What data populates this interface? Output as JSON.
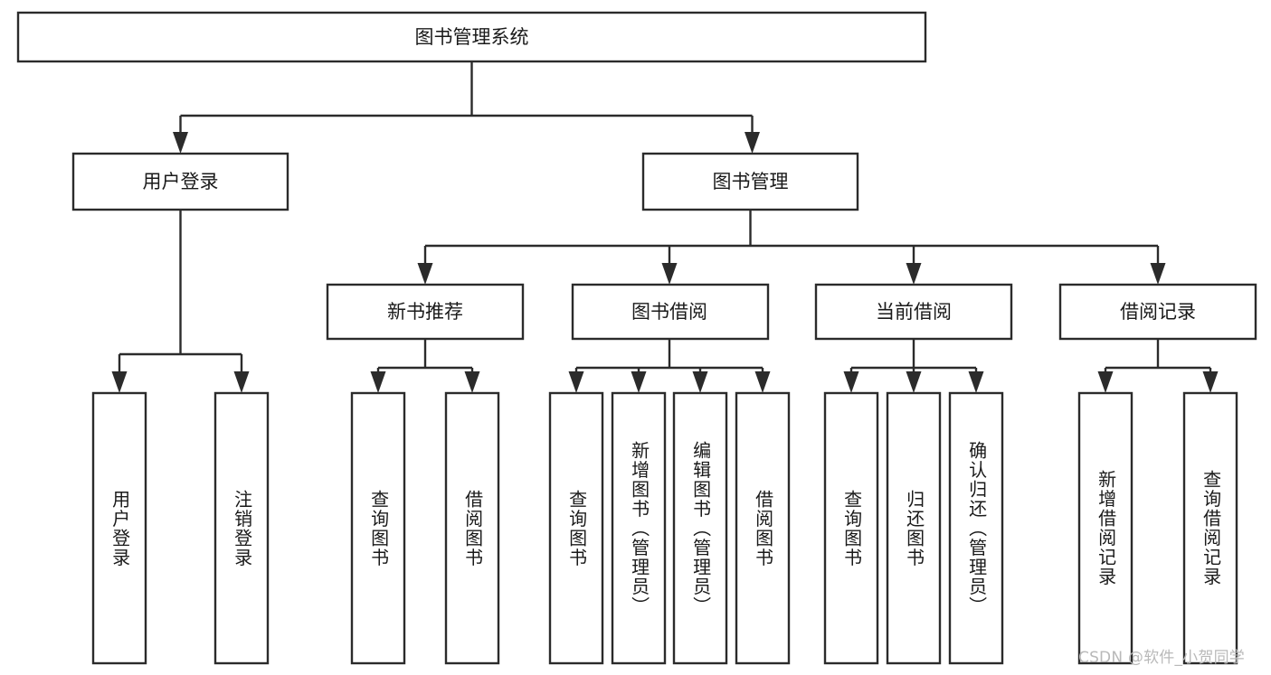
{
  "diagram": {
    "type": "tree",
    "title": "图书管理系统",
    "orientation": "top-down",
    "colors": {
      "stroke": "#2b2b2b",
      "box_fill": "#ffffff",
      "text": "#1a1a1a",
      "background": "#ffffff",
      "watermark": "#b9b9b9"
    },
    "root": {
      "label": "图书管理系统"
    },
    "level2": [
      {
        "label": "用户登录"
      },
      {
        "label": "图书管理"
      }
    ],
    "level3": [
      {
        "label": "新书推荐"
      },
      {
        "label": "图书借阅"
      },
      {
        "label": "当前借阅"
      },
      {
        "label": "借阅记录"
      }
    ],
    "leaves": {
      "user_login": [
        {
          "label": "用户登录"
        },
        {
          "label": "注销登录"
        }
      ],
      "new_book_recommend": [
        {
          "label": "查询图书"
        },
        {
          "label": "借阅图书"
        }
      ],
      "book_borrow": [
        {
          "label": "查询图书"
        },
        {
          "label": "新增图书（管理员）"
        },
        {
          "label": "编辑图书（管理员）"
        },
        {
          "label": "借阅图书"
        }
      ],
      "current_borrow": [
        {
          "label": "查询图书"
        },
        {
          "label": "归还图书"
        },
        {
          "label": "确认归还（管理员）"
        }
      ],
      "borrow_records": [
        {
          "label": "新增借阅记录"
        },
        {
          "label": "查询借阅记录"
        }
      ]
    }
  },
  "watermark": {
    "text": "CSDN @软件_小贺同学"
  }
}
